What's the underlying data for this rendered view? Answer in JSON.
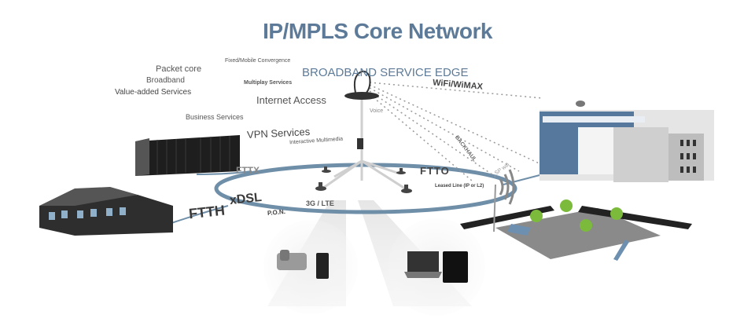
{
  "title": "IP/MPLS Core Network",
  "services": {
    "packet_core": "Packet core",
    "broadband": "Broadband",
    "value_added": "Value-added Services",
    "fixed_mobile": "Fixed/Mobile Convergence",
    "multiplay": "Multiplay Services",
    "internet_access": "Internet Access",
    "business": "Business Services",
    "vpn": "VPN Services",
    "interactive_multimedia": "Interactive Multimedia",
    "voice": "Voice"
  },
  "edge_label": "BROADBAND SERVICE EDGE",
  "links": {
    "wifi_wimax": "WiFi/WiMAX",
    "backhaul": "BACKHAUL",
    "sp_wifi": "SP wifi",
    "ftto": "FTTO",
    "leased_line": "Leased Line (IP or L2)",
    "fttx": "FTTX",
    "xdsl": "xDSL",
    "ftth": "FTTH",
    "pon": "P.O.N.",
    "lte": "3G / LTE"
  },
  "nodes": {
    "datacenter": "data center server racks",
    "homes": "residential houses",
    "office": "office building",
    "plaza": "public plaza",
    "devices_voice": "desk phone and smartphone",
    "devices_data": "laptop and tablet"
  },
  "colors": {
    "accent": "#5d7b98",
    "ring": "#6f8ea8",
    "building_blue": "#56789c"
  }
}
